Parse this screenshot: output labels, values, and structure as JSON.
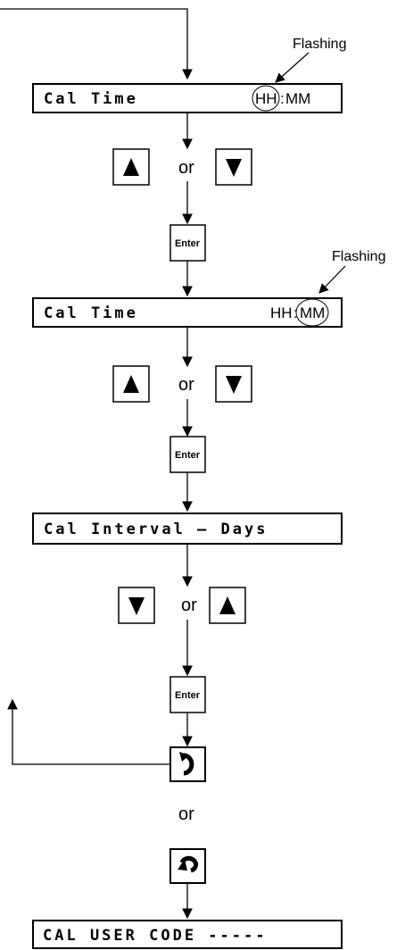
{
  "displays": {
    "cal_time_hours": {
      "left": "Cal Time",
      "hh": "HH",
      "sep": ":",
      "mm": "MM"
    },
    "cal_time_minutes": {
      "left": "Cal Time",
      "hh": "HH",
      "sep": ":",
      "mm": "MM"
    },
    "cal_interval": {
      "text": "Cal Interval  — Days"
    },
    "user_code": {
      "text": "CAL USER CODE -----"
    }
  },
  "annotations": {
    "flashing_1": "Flashing",
    "flashing_2": "Flashing"
  },
  "keys": {
    "enter_label": "Enter",
    "or_label": "or"
  },
  "icons": [
    "up-arrow-icon",
    "down-arrow-icon",
    "rotate-forward-icon",
    "rotate-back-icon"
  ],
  "colors": {
    "stroke": "#000000",
    "background": "#ffffff"
  }
}
